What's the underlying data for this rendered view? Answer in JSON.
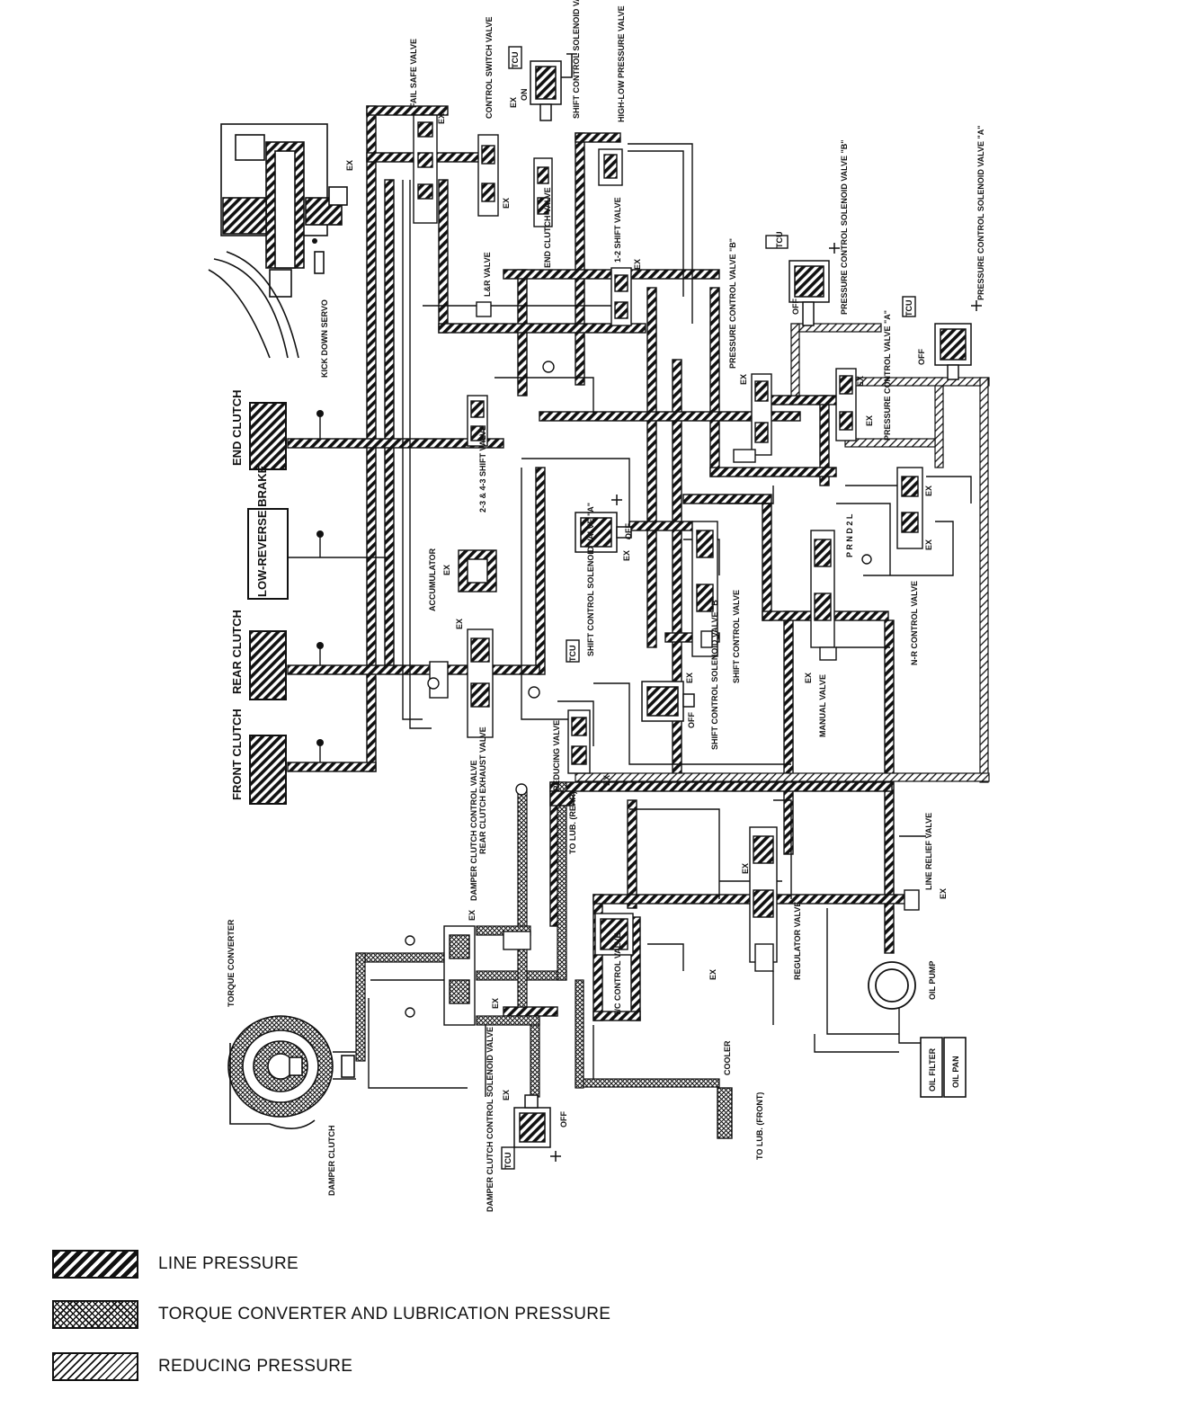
{
  "labels": {
    "fail_safe_valve": "FAIL SAFE VALVE",
    "control_switch_valve": "CONTROL SWITCH VALVE",
    "shift_control_solenoid_c": "SHIFT CONTROL SOLENOID VALVE \"C\"",
    "high_low_pressure_valve": "HIGH-LOW PRESSURE VALVE",
    "kick_down_servo": "KICK DOWN SERVO",
    "lr_valve": "L&R VALVE",
    "end_clutch_valve": "END CLUTCH VALVE",
    "one_two_shift_valve": "1-2 SHIFT VALVE",
    "pressure_control_solenoid_b": "PRESSURE CONTROL SOLENOID VALVE \"B\"",
    "pressure_control_solenoid_a": "PRESSURE CONTROL SOLENOID VALVE \"A\"",
    "pressure_control_valve_b": "PRESSURE CONTROL VALVE \"B\"",
    "pressure_control_valve_a": "PRESSURE CONTROL VALVE \"A\"",
    "end_clutch": "END CLUTCH",
    "low_reverse_brake": "LOW-REVERSE BRAKE",
    "rear_clutch": "REAR CLUTCH",
    "front_clutch": "FRONT CLUTCH",
    "two_three_shift_valve": "2-3 & 4-3 SHIFT VALVE",
    "accumulator": "ACCUMULATOR",
    "shift_control_solenoid_a": "SHIFT CONTROL SOLENOID VALVE \"A\"",
    "shift_control_solenoid_b": "SHIFT CONTROL SOLENOID VALVE \"B\"",
    "shift_control_valve": "SHIFT CONTROL VALVE",
    "manual_valve": "MANUAL VALVE",
    "nr_control_valve": "N-R CONTROL VALVE",
    "prnd21": "P R N D 2 L",
    "rear_clutch_exhaust_valve": "REAR CLUTCH EXHAUST VALVE",
    "reducing_valve": "REDUCING VALVE",
    "to_lub_rear": "TO LUB. (REAR)",
    "damper_clutch_control_valve": "DAMPER CLUTCH CONTROL VALVE",
    "line_relief_valve": "LINE RELIEF VALVE",
    "torque_converter": "TORQUE CONVERTER",
    "damper_clutch": "DAMPER CLUTCH",
    "tc_control_valve": "T/C CONTROL VALVE",
    "regulator_valve": "REGULATOR VALVE",
    "oil_pump": "OIL PUMP",
    "oil_filter": "OIL FILTER",
    "oil_pan": "OIL PAN",
    "cooler": "COOLER",
    "to_lub_front": "TO LUB. (FRONT)",
    "damper_clutch_control_solenoid": "DAMPER CLUTCH CONTROL SOLENOID VALVE",
    "tcu": "TCU",
    "ex": "EX",
    "on": "ON",
    "off": "OFF"
  },
  "legend": [
    {
      "label": "LINE PRESSURE",
      "pattern": "line-pressure"
    },
    {
      "label": "TORQUE CONVERTER AND LUBRICATION PRESSURE",
      "pattern": "torque-converter-lubrication"
    },
    {
      "label": "REDUCING PRESSURE",
      "pattern": "reducing-pressure"
    }
  ],
  "colors": {
    "ink": "#111111",
    "paper": "#ffffff"
  }
}
